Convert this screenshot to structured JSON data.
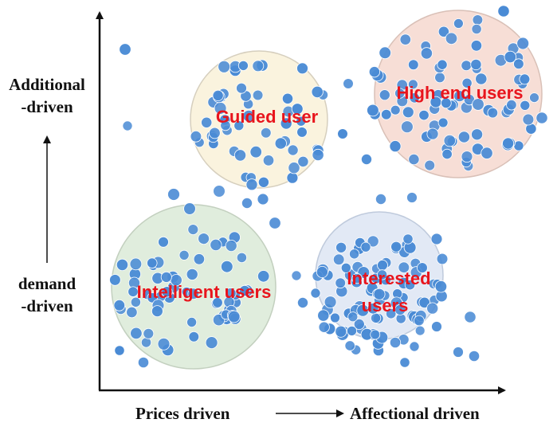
{
  "diagram": {
    "y_axis": {
      "top_label": [
        "Additional",
        "-driven"
      ],
      "bottom_label": [
        "demand",
        "-driven"
      ]
    },
    "x_axis": {
      "left_label": "Prices driven",
      "right_label": "Affectional driven"
    },
    "clusters": [
      {
        "id": "guided",
        "lines": [
          "Guided user"
        ],
        "color": "#faf1d9"
      },
      {
        "id": "high-end",
        "lines": [
          "High end users"
        ],
        "color": "#f6d9cf"
      },
      {
        "id": "intelligent",
        "lines": [
          "Intelligent users"
        ],
        "color": "#dbead8"
      },
      {
        "id": "interested",
        "lines": [
          "Interested",
          "users"
        ],
        "color": "#dde6f4"
      }
    ],
    "colors": {
      "dot": "#4a8bd5",
      "dot_stroke": "#ffffff",
      "label": "#e8141c",
      "axis": "#111111"
    }
  }
}
